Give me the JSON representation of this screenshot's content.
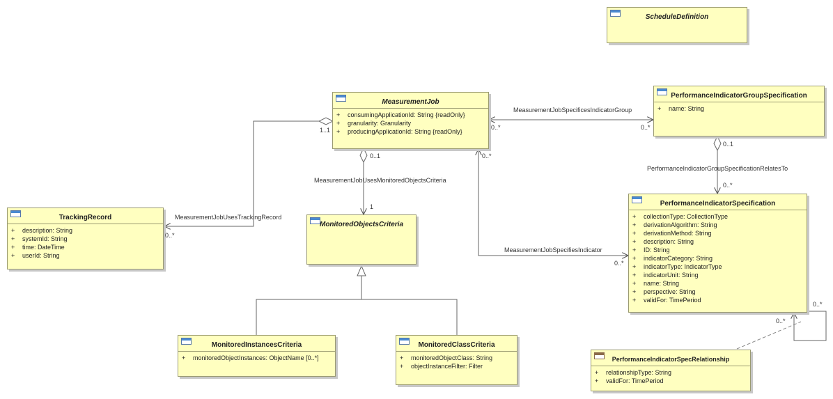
{
  "classes": {
    "schedule_definition": {
      "name": "ScheduleDefinition",
      "attributes": []
    },
    "measurement_job": {
      "name": "MeasurementJob",
      "attributes": [
        {
          "vis": "+",
          "text": "consumingApplicationId: String {readOnly}"
        },
        {
          "vis": "+",
          "text": "granularity: Granularity"
        },
        {
          "vis": "+",
          "text": "producingApplicationId: String {readOnly}"
        }
      ]
    },
    "pi_group_spec": {
      "name": "PerformanceIndicatorGroupSpecification",
      "attributes": [
        {
          "vis": "+",
          "text": "name: String"
        }
      ]
    },
    "tracking_record": {
      "name": "TrackingRecord",
      "attributes": [
        {
          "vis": "+",
          "text": "description: String"
        },
        {
          "vis": "+",
          "text": "systemId: String"
        },
        {
          "vis": "+",
          "text": "time: DateTime"
        },
        {
          "vis": "+",
          "text": "userId: String"
        }
      ]
    },
    "monitored_objects_criteria": {
      "name": "MonitoredObjectsCriteria",
      "attributes": []
    },
    "pi_spec": {
      "name": "PerformanceIndicatorSpecification",
      "attributes": [
        {
          "vis": "+",
          "text": "collectionType: CollectionType"
        },
        {
          "vis": "+",
          "text": "derivationAlgorithm: String"
        },
        {
          "vis": "+",
          "text": "derivationMethod: String"
        },
        {
          "vis": "+",
          "text": "description: String"
        },
        {
          "vis": "+",
          "text": "ID: String"
        },
        {
          "vis": "+",
          "text": "indicatorCategory: String"
        },
        {
          "vis": "+",
          "text": "indicatorType: IndicatorType"
        },
        {
          "vis": "+",
          "text": "indicatorUnit: String"
        },
        {
          "vis": "+",
          "text": "name: String"
        },
        {
          "vis": "+",
          "text": "perspective: String"
        },
        {
          "vis": "+",
          "text": "validFor: TimePeriod"
        }
      ]
    },
    "monitored_instances_criteria": {
      "name": "MonitoredInstancesCriteria",
      "attributes": [
        {
          "vis": "+",
          "text": "monitoredObjectInstances: ObjectName [0..*]"
        }
      ]
    },
    "monitored_class_criteria": {
      "name": "MonitoredClassCriteria",
      "attributes": [
        {
          "vis": "+",
          "text": "monitoredObjectClass: String"
        },
        {
          "vis": "+",
          "text": "objectInstanceFilter: Filter"
        }
      ]
    },
    "pi_spec_relationship": {
      "name": "PerformanceIndicatorSpecRelationship",
      "attributes": [
        {
          "vis": "+",
          "text": "relationshipType: String"
        },
        {
          "vis": "+",
          "text": "validFor: TimePeriod"
        }
      ]
    }
  },
  "associations": {
    "specifies_indicator_group": {
      "name": "MeasurementJobSpecificesIndicatorGroup",
      "source_mult": "0..*",
      "target_mult": "0..*"
    },
    "uses_tracking_record": {
      "name": "MeasurementJobUsesTrackingRecord",
      "source_mult": "1..1",
      "target_mult": "0..*"
    },
    "uses_monitored_objects_criteria": {
      "name": "MeasurementJobUsesMonitoredObjectsCriteria",
      "source_mult": "0..1",
      "target_mult": "1"
    },
    "specifies_indicator": {
      "name": "MeasurementJobSpecifiesIndicator",
      "source_mult": "0..*",
      "target_mult": "0..*"
    },
    "group_spec_relates_to": {
      "name": "PerformanceIndicatorGroupSpecificationRelatesTo",
      "source_mult": "0..1",
      "target_mult": "0..*"
    },
    "spec_self_relationship": {
      "name": "",
      "source_mult": "0..*",
      "target_mult": "0..*"
    }
  }
}
